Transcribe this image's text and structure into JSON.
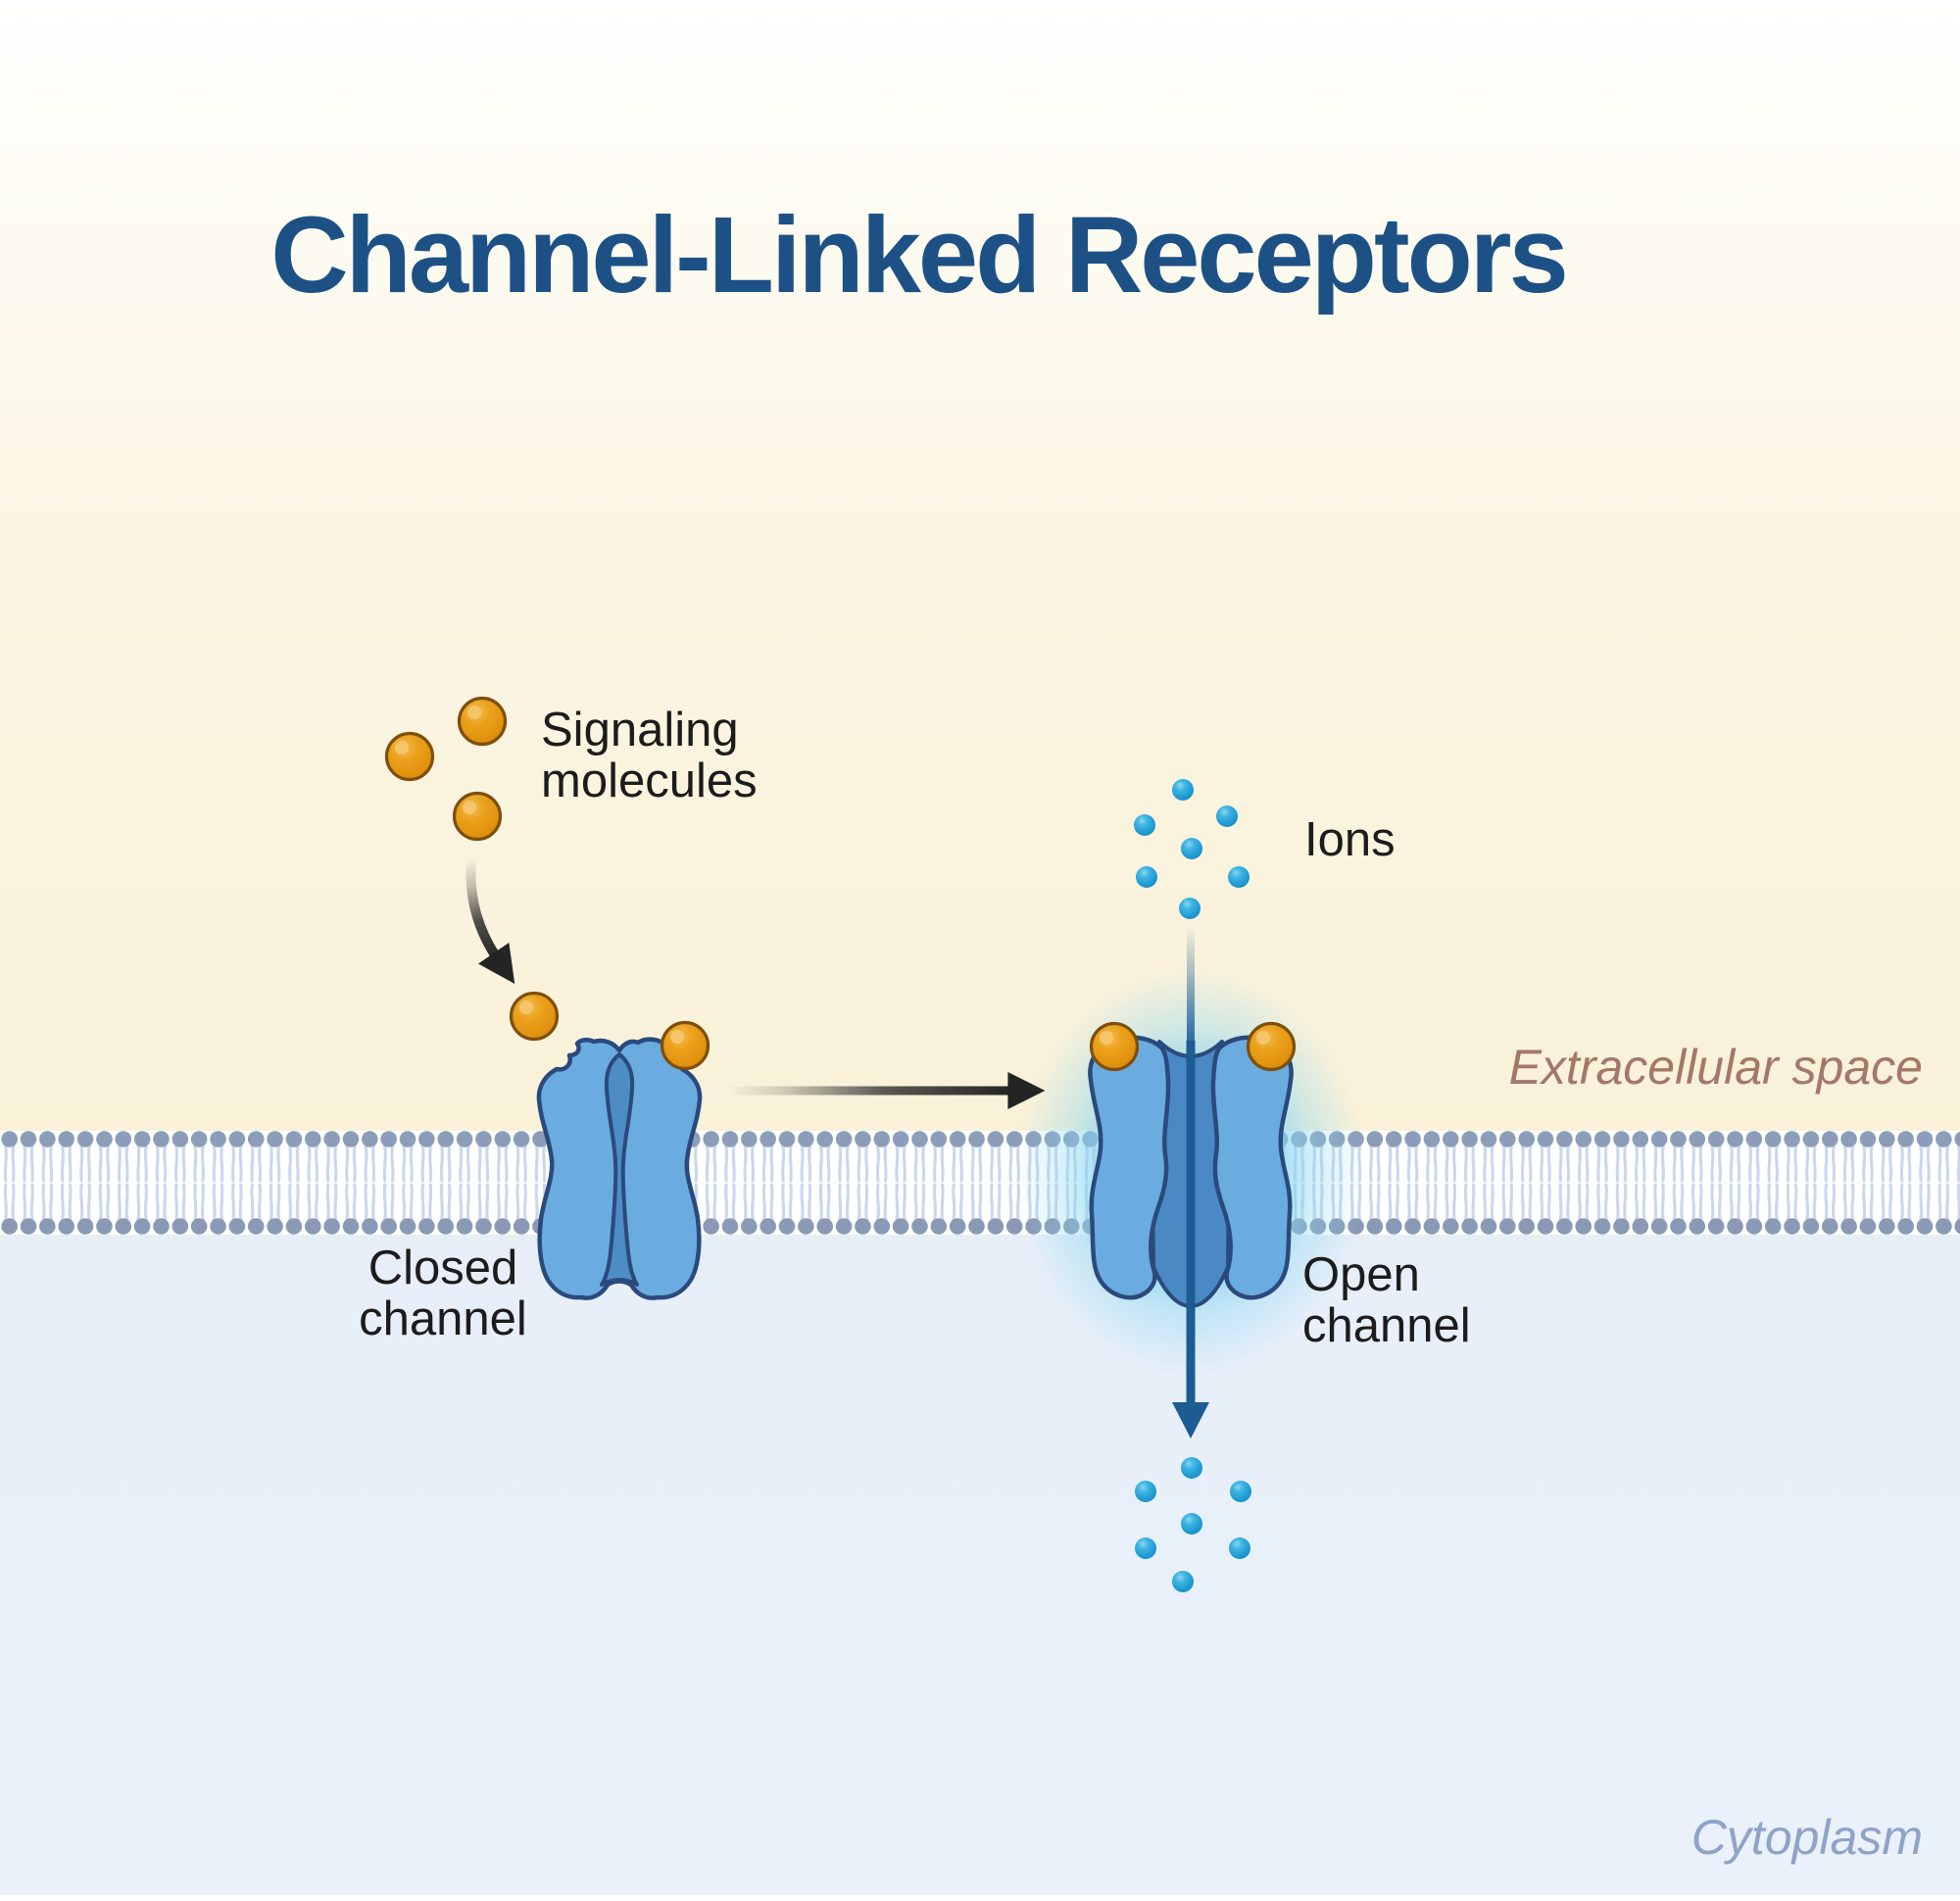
{
  "title": "Channel-Linked Receptors",
  "regions": {
    "extracellular_label": "Extracellular space",
    "cytoplasm_label": "Cytoplasm"
  },
  "annotations": {
    "signaling_molecules": "Signaling\nmolecules",
    "ions": "Ions",
    "closed_channel": "Closed\nchannel",
    "open_channel": "Open\nchannel"
  },
  "counts": {
    "free_signaling_molecules": 3,
    "ligand_approaching_closed_channel": 1,
    "ligand_bound_closed_channel": 1,
    "ligands_bound_open_channel": 2,
    "ions_extracellular": 7,
    "ions_intracellular": 7
  },
  "colors": {
    "title_text": "#1D5186",
    "label_text": "#1C1C1C",
    "extracellular_label_text": "#A3786A",
    "cytoplasm_label_text": "#8FA3C9",
    "extracellular_background": "#F9F1D8",
    "cytoplasm_background": "#E8F0F9",
    "membrane_head": "#8C9DB9",
    "membrane_tail": "#C9D7EC",
    "receptor_body": "#6BACE0",
    "receptor_outline": "#2A4A7D",
    "receptor_pore": "#4B89C4",
    "ligand_fill": "#E2930F",
    "ligand_outline": "#7D4F0D",
    "ion_fill": "#29A6DB",
    "ion_flow_arrow": "#1D5C93",
    "black_arrow": "#242424",
    "open_channel_glow": "#7CD0F0"
  }
}
